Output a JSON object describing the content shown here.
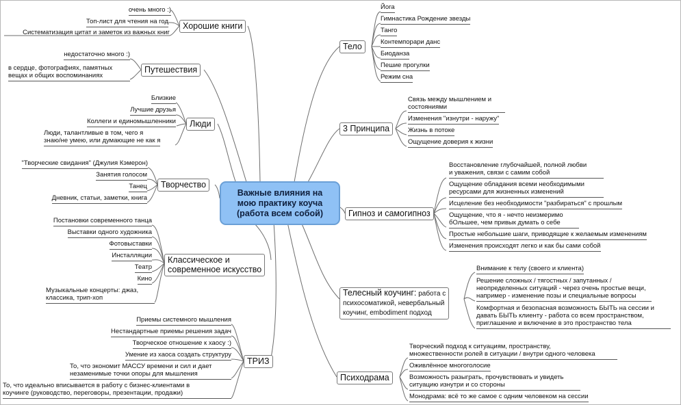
{
  "central": {
    "line1": "Важные влияния на",
    "line2": "мою практику коуча",
    "line3": "(работа всем собой)"
  },
  "left": {
    "books": {
      "title": "Хорошие книги",
      "items": [
        "очень много :)",
        "Топ-лист для чтения на год",
        "Систематизация цитат и заметок из важных книг"
      ]
    },
    "travel": {
      "title": "Путешествия",
      "items": [
        "недостаточно много :)",
        "в сердце, фотографиях, памятных",
        "вещах и общих воспоминаниях"
      ]
    },
    "people": {
      "title": "Люди",
      "items": [
        "Близкие",
        "Лучшие друзья",
        "Коллеги и единомышленники",
        "Люди, талантливые в том, чего я",
        "знаю/не умею, или думающие не как я"
      ]
    },
    "creativity": {
      "title": "Творчество",
      "items": [
        "\"Творческие свидания\" (Джулия Кэмерон)",
        "Занятия голосом",
        "Танец",
        "Дневник, статьи, заметки, книга"
      ]
    },
    "art": {
      "title_line1": "Классическое и",
      "title_line2": "современное искусство",
      "items": [
        "Постановки современного танца",
        "Выставки одного художника",
        "Фотовыставки",
        "Инсталляции",
        "Театр",
        "Кино",
        "Музыкальные концерты: джаз,",
        "классика, трип-хоп"
      ]
    },
    "triz": {
      "title": "ТРИЗ",
      "items": [
        "Приемы системного мышления",
        "Нестандартные приемы решения задач",
        "Творческое отношение к хаосу :)",
        "Умение из хаоса создать структуру",
        "То, что экономит МАССУ времени и сил и дает",
        "незаменимые точки опоры для мышления",
        "То, что идеально вписывается в работу с бизнес-клиентами в",
        "коучинге (руководство, переговоры, презентации, продажи)"
      ]
    }
  },
  "right": {
    "body": {
      "title": "Тело",
      "items": [
        "Йога",
        "Гимнастика Рождение звезды",
        "Танго",
        "Контемпорари данс",
        "Биоданза",
        "Пешие прогулки",
        "Режим сна"
      ]
    },
    "principles": {
      "title": "3 Принципа",
      "items": [
        "Связь между мышлением и",
        "состояниями",
        "Изменения \"изнутри - наружу\"",
        "Жизнь в потоке",
        "Ощущение доверия к жизни"
      ]
    },
    "hypnosis": {
      "title": "Гипноз и самогипноз",
      "items": [
        "Восстановление глубочайшей, полной любви",
        "и уважения, связи с самим собой",
        "Ощущение обладания всеми необходимыми",
        "ресурсами для жизненных изменений",
        "Исцеление без необходимости \"разбираться\" с прошлым",
        "Ощущение, что я - нечто неизмеримо",
        "бОльшее, чем привык думать о себе",
        "Простые небольшие шаги, приводящие к желаемым изменениям",
        "Изменения происходят легко и как бы сами собой"
      ]
    },
    "somatic": {
      "title": "Телесный коучинг:",
      "title_rest": " работа с",
      "title_line2": "психосоматикой, невербальный",
      "title_line3": "коучинг, embodiment подход",
      "items": [
        "Внимание к телу (своего и клиента)",
        "Решение сложных / тягостных / запутанных /",
        "неопределенных ситуаций - через очень простые вещи,",
        "например - изменение позы и специальные вопросы",
        "Комфортная и безопасная возможность БЫТЬ на сессии и",
        "давать БЫТЬ клиенту - работа со всем пространством,",
        "приглашение и включение в это пространство тела"
      ]
    },
    "psychodrama": {
      "title": "Психодрама",
      "items": [
        "Творческий подход к ситуациям, пространству,",
        "множественности ролей в ситуации / внутри одного человека",
        "Оживлённое многоголосие",
        "Возможность разыграть, прочувствовать и увидеть",
        "ситуацию изнутри и со стороны",
        "Монодрама: всё то же самое с одним человеком на сессии"
      ]
    }
  },
  "colors": {
    "central_fill": "#8fc1f5",
    "central_border": "#6a9fd6",
    "lines": "#555555"
  }
}
